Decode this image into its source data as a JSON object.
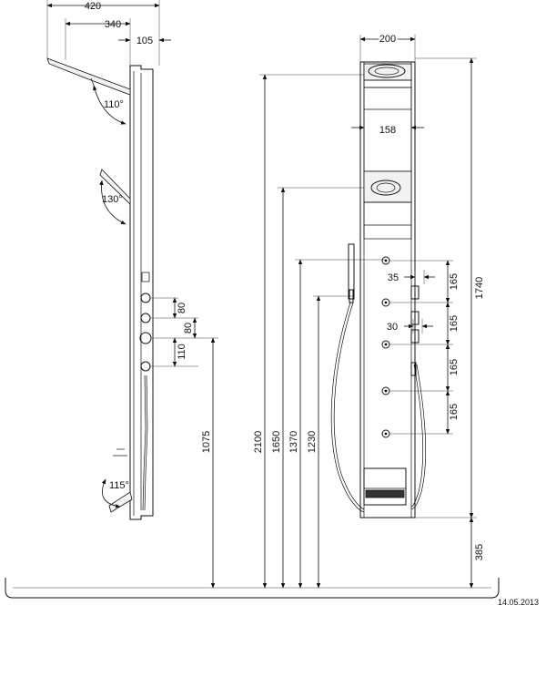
{
  "dimensions": {
    "side_depth_total": "420",
    "side_depth_head": "340",
    "side_panel_depth": "105",
    "angle_top": "110°",
    "angle_mid": "130°",
    "angle_bottom": "115°",
    "jet_spacing_a": "80",
    "jet_spacing_b": "80",
    "jet_spacing_c": "110",
    "height_control": "1075",
    "height_top": "2100",
    "height_head2": "1650",
    "height_jets": "1370",
    "height_hand": "1230",
    "front_width": "200",
    "front_inner_width": "158",
    "jet_offset_a": "35",
    "jet_offset_b": "30",
    "jet_vert_1": "165",
    "jet_vert_2": "165",
    "jet_vert_3": "165",
    "jet_vert_4": "165",
    "panel_height": "1740",
    "floor_clearance": "385"
  },
  "footer": {
    "date": "14.05.2013"
  }
}
